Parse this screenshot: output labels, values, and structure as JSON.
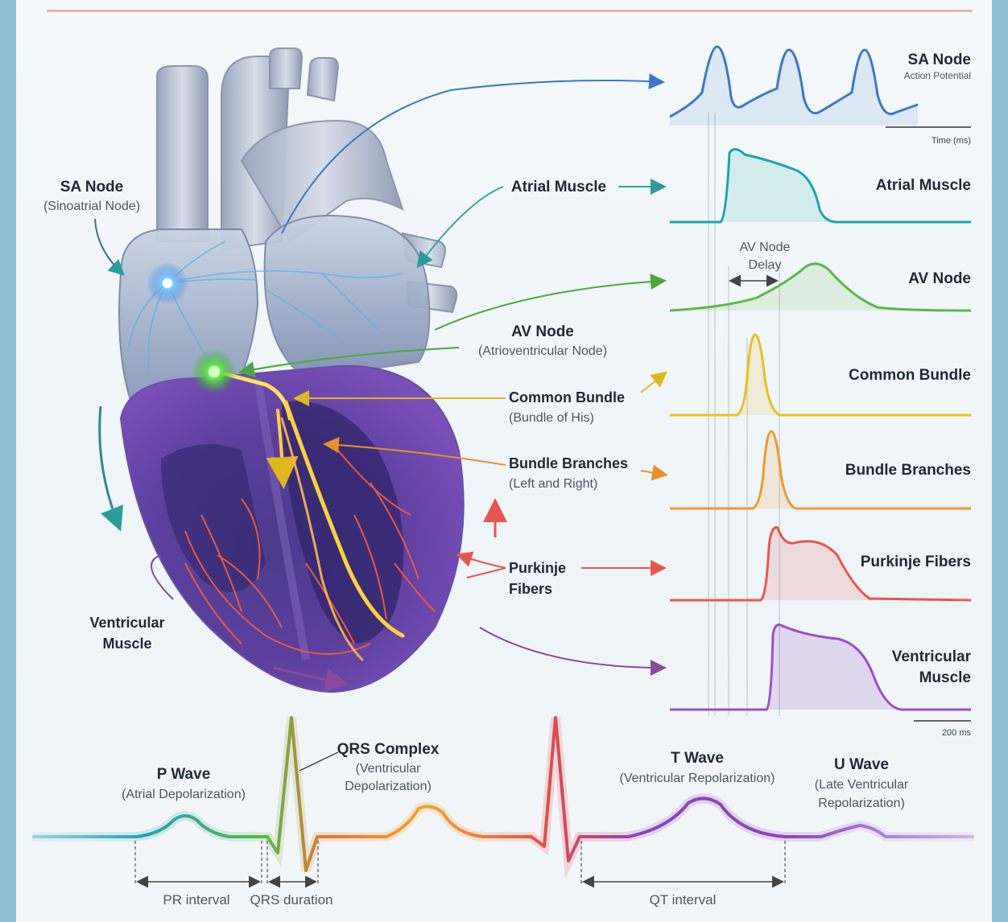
{
  "heart_labels": {
    "sa_node": {
      "title": "SA Node",
      "sub": "(Sinoatrial Node)"
    },
    "atrial_muscle": {
      "title": "Atrial Muscle"
    },
    "av_node": {
      "title": "AV Node",
      "sub": "(Atrioventricular Node)"
    },
    "common_bundle": {
      "title": "Common Bundle",
      "sub": "(Bundle of His)"
    },
    "bundle_branches": {
      "title": "Bundle Branches",
      "sub": "(Left and Right)"
    },
    "purkinje": {
      "line1": "Purkinje",
      "line2": "Fibers"
    },
    "ventricular": {
      "line1": "Ventricular",
      "line2": "Muscle"
    }
  },
  "traces": {
    "sa_node": {
      "title": "SA Node",
      "sub": "Action Potential",
      "color": "#3b78c9"
    },
    "time_label": "Time (ms)",
    "atrial_muscle": {
      "title": "Atrial Muscle",
      "color": "#18a8a8"
    },
    "av_delay": {
      "line1": "AV Node",
      "line2": "Delay"
    },
    "av_node": {
      "title": "AV Node",
      "color": "#5cb848"
    },
    "common_bundle": {
      "title": "Common Bundle",
      "color": "#e8c21c"
    },
    "bundle_branches": {
      "title": "Bundle Branches",
      "color": "#ee9a2a"
    },
    "purkinje": {
      "title": "Purkinje Fibers",
      "color": "#e5574e"
    },
    "ventricular": {
      "line1": "Ventricular",
      "line2": "Muscle",
      "color": "#9b4fc4"
    },
    "scale_label": "200 ms"
  },
  "ecg": {
    "p_wave": {
      "title": "P Wave",
      "sub": "(Atrial Depolarization)"
    },
    "qrs": {
      "title": "QRS Complex",
      "sub1": "(Ventricular",
      "sub2": "Depolarization)"
    },
    "t_wave": {
      "title": "T Wave",
      "sub": "(Ventricular Repolarization)"
    },
    "u_wave": {
      "title": "U Wave",
      "sub1": "(Late Ventricular",
      "sub2": "Repolarization)"
    },
    "pr_interval": "PR interval",
    "qrs_duration": "QRS duration",
    "qt_interval": "QT interval"
  }
}
